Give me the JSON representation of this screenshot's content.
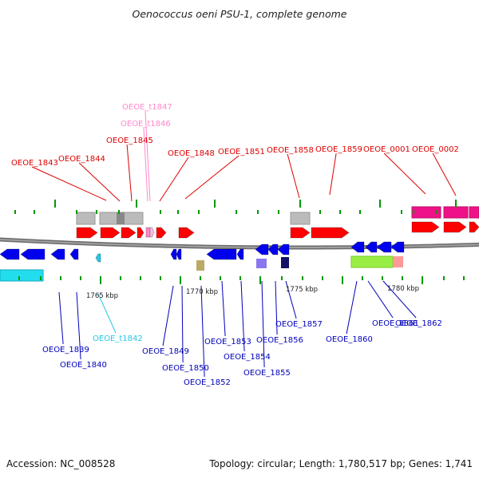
{
  "title": "Oenococcus oeni PSU-1, complete genome",
  "footer": {
    "accession": "Accession: NC_008528",
    "topology": "Topology: circular; Length: 1,780,517 bp; Genes: 1,741"
  },
  "scale_labels": [
    "1765 kbp",
    "1770 kbp",
    "1775 kbp",
    "1780 kbp"
  ],
  "colors": {
    "forward_cds": "#ff0000",
    "reverse_cds": "#0000ee",
    "trna": "#ff88cc",
    "trna_reverse": "#22c8e8",
    "forward_gene_label": "#dd0000",
    "reverse_gene_label": "#0000bb",
    "backbone": "#808080",
    "tick": "#009900",
    "gene_band": "#bbbbbb",
    "magenta_band": "#ee1188",
    "green_band": "#99ee44",
    "cyan_band": "#22ddee"
  },
  "top_labels": [
    {
      "id": "OEOE_1843",
      "color": "#dd0000"
    },
    {
      "id": "OEOE_1844",
      "color": "#dd0000"
    },
    {
      "id": "OEOE_1845",
      "color": "#dd0000"
    },
    {
      "id": "OEOE_t1846",
      "color": "#ff88cc"
    },
    {
      "id": "OEOE_t1847",
      "color": "#ff88cc"
    },
    {
      "id": "OEOE_1848",
      "color": "#dd0000"
    },
    {
      "id": "OEOE_1851",
      "color": "#dd0000"
    },
    {
      "id": "OEOE_1858",
      "color": "#dd0000"
    },
    {
      "id": "OEOE_1859",
      "color": "#dd0000"
    },
    {
      "id": "OEOE_0001",
      "color": "#dd0000"
    },
    {
      "id": "OEOE_0002",
      "color": "#dd0000"
    }
  ],
  "bottom_labels": [
    {
      "id": "OEOE_1839",
      "color": "#0000bb"
    },
    {
      "id": "OEOE_1840",
      "color": "#0000bb"
    },
    {
      "id": "OEOE_t1842",
      "color": "#22c8e8"
    },
    {
      "id": "OEOE_1849",
      "color": "#0000bb"
    },
    {
      "id": "OEOE_1850",
      "color": "#0000bb"
    },
    {
      "id": "OEOE_1852",
      "color": "#0000bb"
    },
    {
      "id": "OEOE_1853",
      "color": "#0000bb"
    },
    {
      "id": "OEOE_1854",
      "color": "#0000bb"
    },
    {
      "id": "OEOE_1855",
      "color": "#0000bb"
    },
    {
      "id": "OEOE_1856",
      "color": "#0000bb"
    },
    {
      "id": "OEOE_1857",
      "color": "#0000bb"
    },
    {
      "id": "OEOE_1860",
      "color": "#0000bb"
    },
    {
      "id": "OEOE_1861",
      "color": "#0000bb"
    },
    {
      "id": "OEOE_1862",
      "color": "#0000bb"
    }
  ]
}
